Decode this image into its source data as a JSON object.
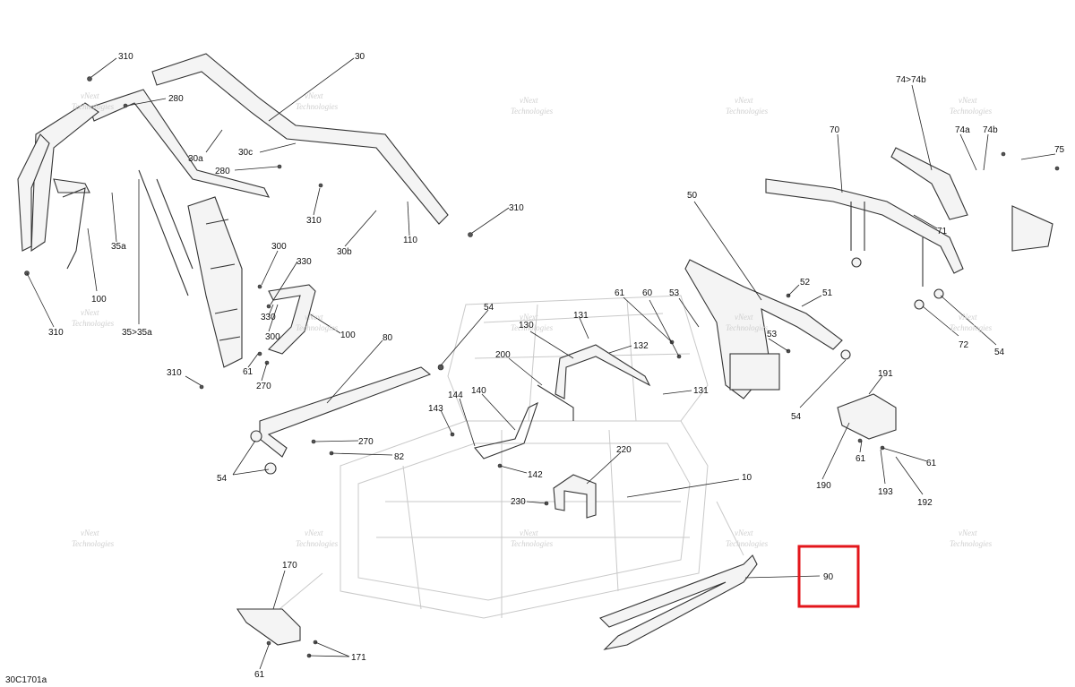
{
  "diagram_code": "30C1701a",
  "watermark": {
    "line1": "vNext",
    "line2": "Technologies"
  },
  "highlight_label": "90",
  "labels": [
    "310",
    "30",
    "280",
    "30a",
    "30c",
    "280",
    "310",
    "310",
    "30b",
    "110",
    "35a",
    "100",
    "310",
    "35>35a",
    "300",
    "330",
    "330",
    "300",
    "100",
    "310",
    "61",
    "270",
    "80",
    "270",
    "82",
    "54",
    "54",
    "200",
    "130",
    "131",
    "132",
    "131",
    "140",
    "144",
    "143",
    "142",
    "220",
    "230",
    "10",
    "61",
    "60",
    "53",
    "50",
    "52",
    "51",
    "53",
    "54",
    "70",
    "74>74b",
    "74a",
    "74b",
    "75",
    "71",
    "72",
    "54",
    "191",
    "61",
    "61",
    "190",
    "193",
    "192",
    "170",
    "171",
    "61"
  ],
  "colors": {
    "highlight": "#e3161b",
    "ink": "#222222",
    "ghost": "#c9c9c9"
  }
}
